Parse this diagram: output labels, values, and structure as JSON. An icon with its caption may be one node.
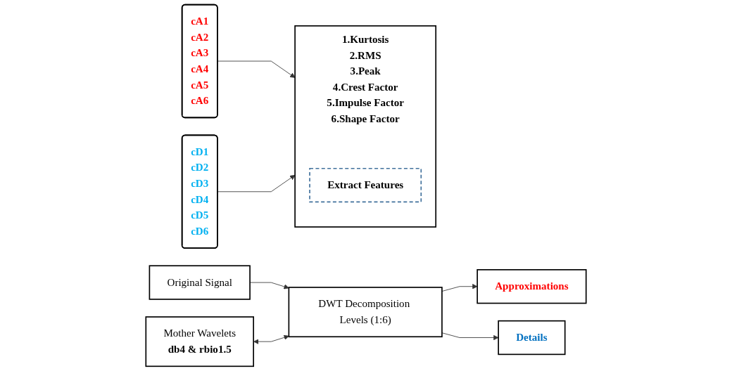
{
  "diagram": {
    "nodes": [
      {
        "text": [
          "Original Signal"
        ]
      },
      {
        "text": [
          "DWT Decomposition Levels (1:6)"
        ]
      },
      {
        "text": [
          "Mother Wavelets",
          "db4 & rbio1.5"
        ]
      },
      {
        "text": [
          "Approximations"
        ]
      },
      {
        "text": [
          "Details"
        ]
      },
      {
        "text": [
          "cA1",
          "cA2",
          "cA3",
          "cA4",
          "cA5",
          "cA6"
        ]
      },
      {
        "text": [
          "cD1",
          "cD2",
          "cD3",
          "cD4",
          "cD5",
          "cD6"
        ]
      },
      {
        "text": [
          "1.Kurtosis",
          "2.RMS",
          "3.Peak",
          "4.Crest Factor",
          "5.Impulse Factor",
          "6.Shape Factor"
        ]
      },
      {
        "text": [
          "Extract Features"
        ],
        "in": 7
      }
    ],
    "edges": [
      {
        "from": 0,
        "to": 1,
        "arrow": "to"
      },
      {
        "from": 1,
        "to": 3,
        "arrow": "to"
      },
      {
        "from": 1,
        "to": 4,
        "arrow": "to"
      },
      {
        "from": 2,
        "to": 1,
        "arrow": "both"
      },
      {
        "from": 5,
        "to": 7,
        "arrow": "to"
      },
      {
        "from": 6,
        "to": 7,
        "arrow": "to"
      }
    ]
  }
}
